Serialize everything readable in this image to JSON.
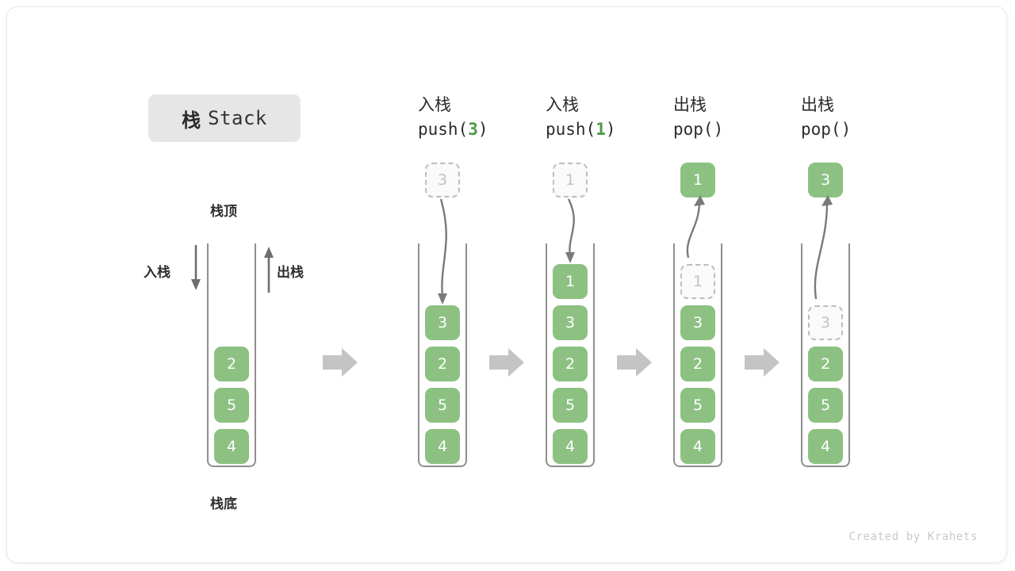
{
  "title": {
    "cn": "栈",
    "en": "Stack"
  },
  "overview": {
    "top_label": "栈顶",
    "bottom_label": "栈底",
    "push_side_label": "入栈",
    "pop_side_label": "出栈",
    "cells": [
      "2",
      "5",
      "4"
    ]
  },
  "columns": [
    {
      "op_cn": "入栈",
      "op_code_prefix": "push(",
      "op_code_arg": "3",
      "op_code_suffix": ")",
      "incoming_value": "3",
      "cells": [
        "3",
        "2",
        "5",
        "4"
      ],
      "ghost_index": -1
    },
    {
      "op_cn": "入栈",
      "op_code_prefix": "push(",
      "op_code_arg": "1",
      "op_code_suffix": ")",
      "incoming_value": "1",
      "cells": [
        "1",
        "3",
        "2",
        "5",
        "4"
      ],
      "ghost_index": -1
    },
    {
      "op_cn": "出栈",
      "op_code_prefix": "pop(",
      "op_code_arg": "",
      "op_code_suffix": ")",
      "outgoing_value": "1",
      "cells": [
        "1",
        "3",
        "2",
        "5",
        "4"
      ],
      "ghost_index": 0
    },
    {
      "op_cn": "出栈",
      "op_code_prefix": "pop(",
      "op_code_arg": "",
      "op_code_suffix": ")",
      "outgoing_value": "3",
      "cells": [
        "3",
        "2",
        "5",
        "4"
      ],
      "ghost_index": 0
    }
  ],
  "colors": {
    "element_green": "#8cc182",
    "accent_green": "#4e9a48",
    "tube_gray": "#8f8f8f",
    "ghost_gray": "#bdbdbd",
    "arrow_gray": "#7a7a7a",
    "separator_gray": "#c4c4c4",
    "badge_bg": "#e6e6e6"
  },
  "footer": "Created by Krahets"
}
